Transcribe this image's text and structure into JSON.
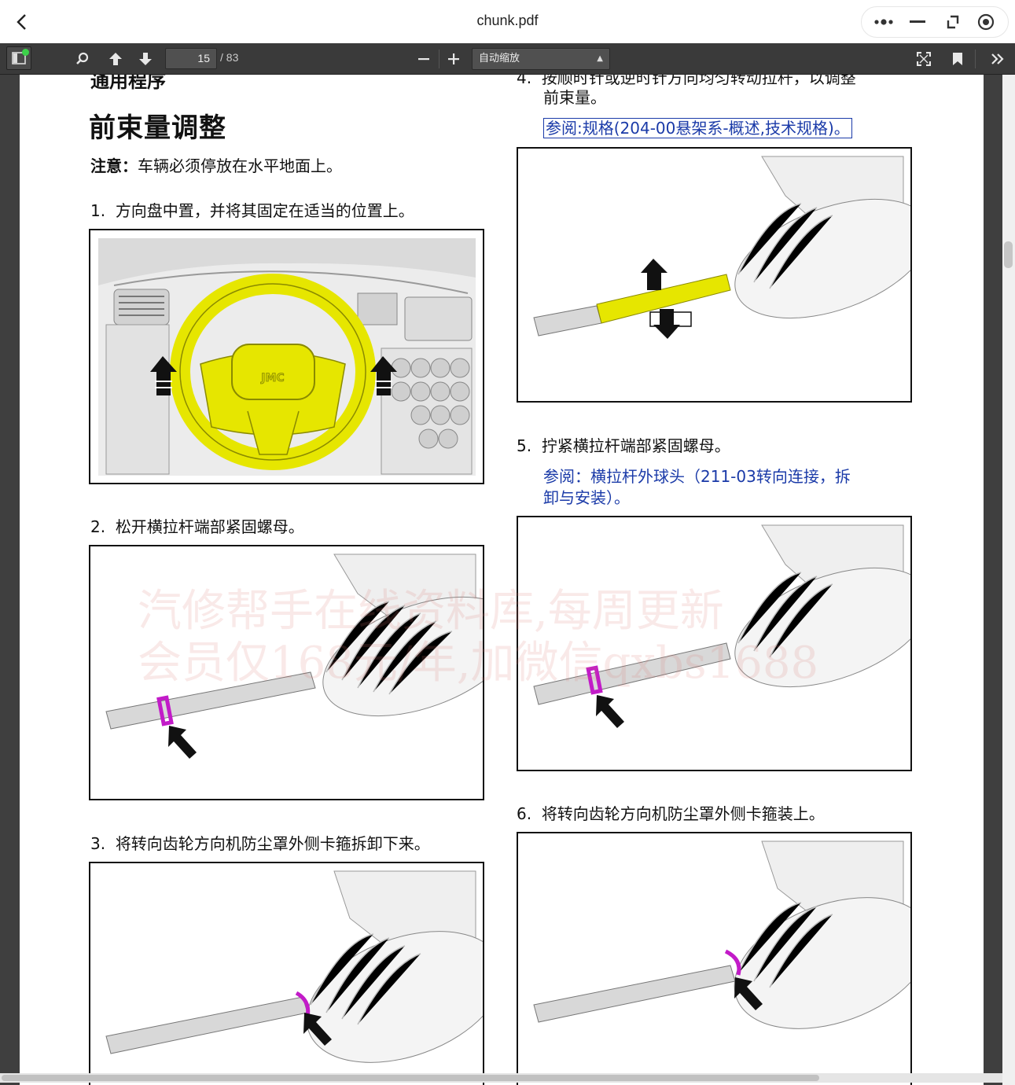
{
  "app": {
    "title": "chunk.pdf"
  },
  "toolbar": {
    "page_current": "15",
    "page_total": "/ 83",
    "zoom_label": "自动缩放"
  },
  "document": {
    "section_heading_partial": "通用程序",
    "title": "前束量调整",
    "note_label": "注意：",
    "note_text": "车辆必须停放在水平地面上。",
    "steps": [
      {
        "num": "1.",
        "text": "方向盘中置，并将其固定在适当的位置上。"
      },
      {
        "num": "2.",
        "text": "松开横拉杆端部紧固螺母。"
      },
      {
        "num": "3.",
        "text": "将转向齿轮方向机防尘罩外侧卡箍拆卸下来。"
      },
      {
        "num": "4.",
        "text_line1": "按顺时针或逆时针方向均匀转动拉杆，以调整",
        "text_line2": "前束量。",
        "link": "参阅:规格(204-00悬架系-概述,技术规格)。"
      },
      {
        "num": "5.",
        "text": "拧紧横拉杆端部紧固螺母。",
        "link_line1": "参阅：横拉杆外球头（211-03转向连接，拆",
        "link_line2": "卸与安装）。"
      },
      {
        "num": "6.",
        "text": "将转向齿轮方向机防尘罩外侧卡箍装上。"
      }
    ],
    "watermark_line1": "汽修帮手在线资料库,每周更新",
    "watermark_line2": "会员仅168元/年,加微信qxbs1688",
    "figure_logo": "JMC"
  },
  "colors": {
    "toolbar_bg": "#3a3a3a",
    "highlight_yellow": "#e6e600",
    "highlight_magenta": "#c21bc8",
    "link_blue": "#1a3aa8"
  }
}
